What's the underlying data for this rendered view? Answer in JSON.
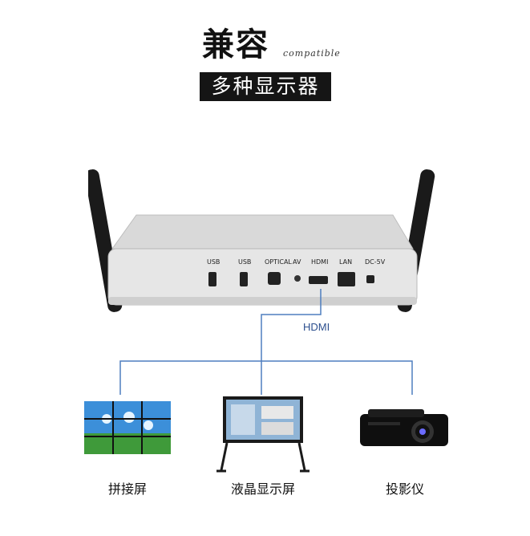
{
  "header": {
    "title": "兼容",
    "script_text": "compatible",
    "subtitle": "多种显示器"
  },
  "device": {
    "ports": [
      "USB",
      "USB",
      "OPTICAL",
      "AV",
      "HDMI",
      "LAN",
      "DC-5V"
    ]
  },
  "connection": {
    "label": "HDMI",
    "line_color": "#4f7fbf"
  },
  "displays": [
    {
      "label": "拼接屏",
      "icon": "video-wall-icon"
    },
    {
      "label": "液晶显示屏",
      "icon": "lcd-monitor-icon"
    },
    {
      "label": "投影仪",
      "icon": "projector-icon"
    }
  ]
}
